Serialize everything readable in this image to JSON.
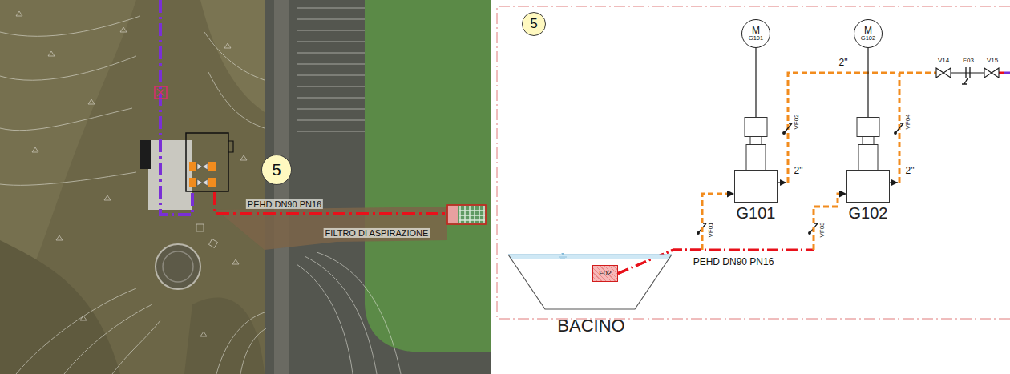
{
  "diagram": {
    "nodes": [
      {
        "text": [
          "5"
        ]
      },
      {
        "text": [
          "5"
        ]
      },
      {
        "text": [
          "M",
          "G101"
        ]
      },
      {
        "text": [
          "M",
          "G102"
        ]
      },
      {
        "text": [
          "G101"
        ]
      },
      {
        "text": [
          "G102"
        ]
      },
      {
        "text": [
          "BACINO"
        ]
      },
      {
        "text": [
          "F02"
        ],
        "in": 6
      }
    ],
    "edges": [
      {
        "from": 7,
        "to": 4,
        "arrow": "to"
      },
      {
        "from": 7,
        "to": 5,
        "arrow": "to"
      },
      {
        "from": 2,
        "to": 4,
        "arrow": "none"
      },
      {
        "from": 3,
        "to": 5,
        "arrow": "none"
      }
    ],
    "labels": [
      "PEHD DN90 PN16",
      "FILTRO DI ASPIRAZIONE",
      "PEHD DN90 PN16",
      "VF01",
      "VF02",
      "VF03",
      "VF04",
      "2\"",
      "2\"",
      "2\"",
      "V14",
      "F03",
      "V15"
    ]
  }
}
